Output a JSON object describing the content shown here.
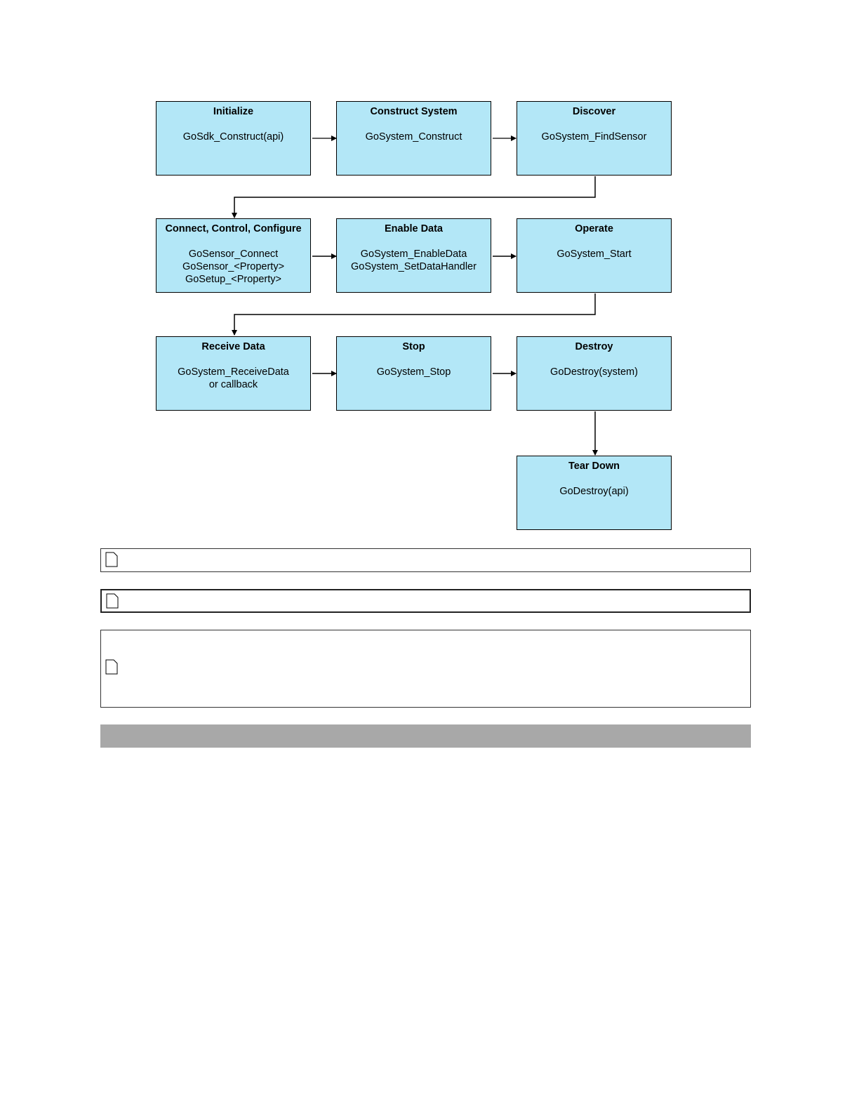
{
  "flow": {
    "steps": [
      {
        "title": "Initialize",
        "code": [
          "GoSdk_Construct(api)"
        ]
      },
      {
        "title": "Construct System",
        "code": [
          "GoSystem_Construct"
        ]
      },
      {
        "title": "Discover",
        "code": [
          "GoSystem_FindSensor"
        ]
      },
      {
        "title": "Connect, Control, Configure",
        "code": [
          "GoSensor_Connect",
          "GoSensor_<Property>",
          "GoSetup_<Property>"
        ]
      },
      {
        "title": "Enable Data",
        "code": [
          "GoSystem_EnableData",
          "GoSystem_SetDataHandler"
        ]
      },
      {
        "title": "Operate",
        "code": [
          "GoSystem_Start"
        ]
      },
      {
        "title": "Receive Data",
        "code": [
          "GoSystem_ReceiveData",
          "or callback"
        ]
      },
      {
        "title": "Stop",
        "code": [
          "GoSystem_Stop"
        ]
      },
      {
        "title": "Destroy",
        "code": [
          "GoDestroy(system)"
        ]
      },
      {
        "title": "Tear Down",
        "code": [
          "GoDestroy(api)"
        ]
      }
    ]
  },
  "notes": {
    "note1": {
      "icon": "note-icon"
    },
    "note2": {
      "icon": "note-icon"
    },
    "note3": {
      "icon": "note-icon"
    }
  },
  "colors": {
    "box_fill": "#b3e7f7",
    "bar_fill": "#a8a8a8"
  }
}
